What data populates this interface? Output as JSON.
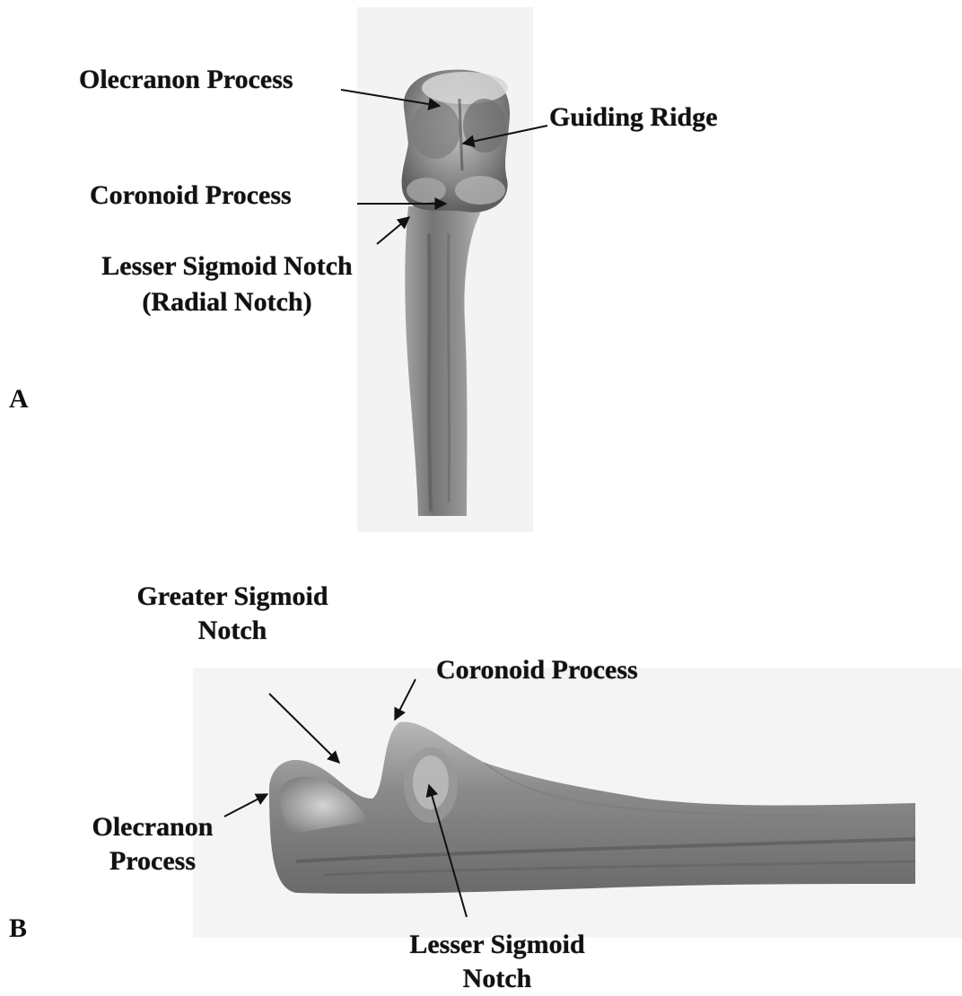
{
  "panel_a": {
    "letter": "A",
    "labels": {
      "olecranon_process": "Olecranon Process",
      "guiding_ridge": "Guiding Ridge",
      "coronoid_process": "Coronoid Process",
      "lesser_sigmoid_notch_line1": "Lesser Sigmoid Notch",
      "lesser_sigmoid_notch_line2": "(Radial Notch)"
    }
  },
  "panel_b": {
    "letter": "B",
    "labels": {
      "greater_sigmoid_notch_line1": "Greater Sigmoid",
      "greater_sigmoid_notch_line2": "Notch",
      "coronoid_process": "Coronoid Process",
      "olecranon_process_line1": "Olecranon",
      "olecranon_process_line2": "Process",
      "lesser_sigmoid_notch_line1": "Lesser Sigmoid",
      "lesser_sigmoid_notch_line2": "Notch"
    }
  },
  "colors": {
    "text": "#111111",
    "bone_dark": "#6b6b6b",
    "bone_light": "#cfcfcf"
  }
}
